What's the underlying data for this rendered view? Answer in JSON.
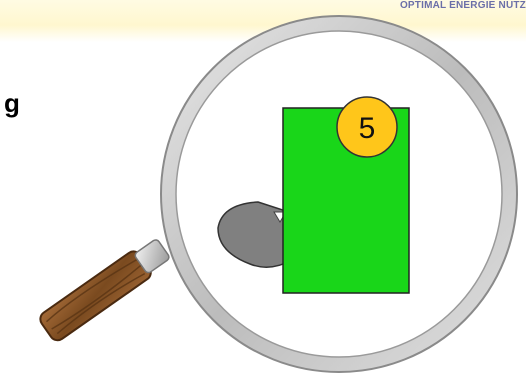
{
  "header": {
    "brand_text": "OPTIMAL ENERGIE NUTZ"
  },
  "heading_fragment": "g",
  "illustration": {
    "badge_number": "5",
    "colors": {
      "green_block": "#19d619",
      "badge_fill": "#ffc61a",
      "grey_shape": "#808080",
      "handle_wood": "#8b5a2b",
      "lens_rim": "#c8c8c8"
    }
  }
}
